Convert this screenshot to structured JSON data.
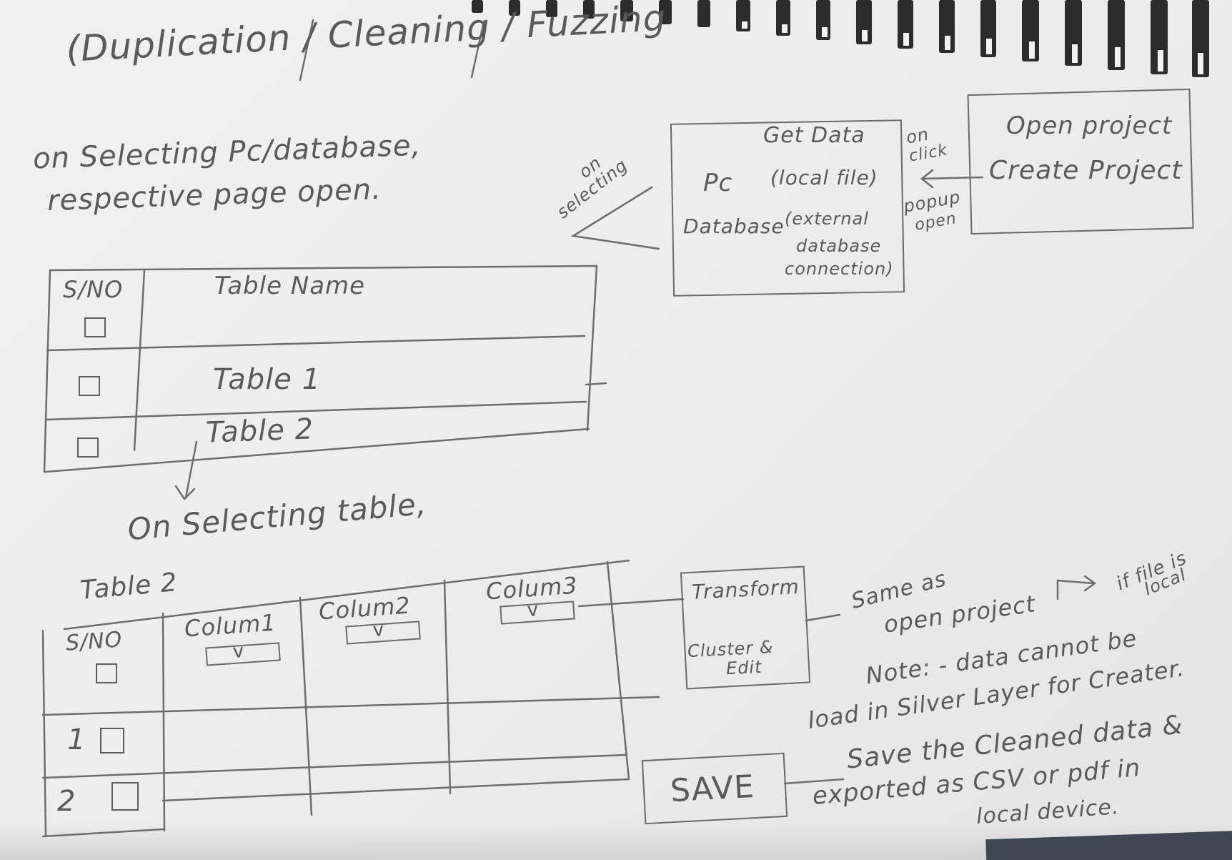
{
  "page": {
    "title": "(Duplication / Cleaning / Fuzzing"
  },
  "notes": {
    "on_select_source": [
      "on Selecting Pc/database,",
      "respective page open."
    ],
    "on_selecting_arrow": [
      "on",
      "selecting"
    ],
    "on_click": [
      "on",
      "click"
    ],
    "popup_open": [
      "popup",
      "open"
    ],
    "on_selecting_table": "On Selecting table,",
    "same_as": [
      "Same as",
      "open project"
    ],
    "if_local": [
      "if file is",
      "local"
    ],
    "note_silver": [
      "Note: - data cannot be",
      "load in Silver Layer for Creater."
    ],
    "save_note": [
      "Save the Cleaned data &",
      "exported as CSV or pdf in",
      "local device."
    ]
  },
  "project_panel": {
    "open_project": "Open project",
    "create_project": "Create Project"
  },
  "get_data_panel": {
    "title": "Get Data",
    "pc_label": "Pc",
    "pc_desc": "(local file)",
    "database_label": "Database",
    "database_desc": [
      "(external",
      "database",
      "connection)"
    ]
  },
  "tables_list": {
    "headers": {
      "sno": "S/NO",
      "name": "Table Name"
    },
    "rows": [
      {
        "name": "Table 1"
      },
      {
        "name": "Table 2"
      }
    ]
  },
  "table_view": {
    "title": "Table 2",
    "headers": {
      "sno": "S/NO",
      "col1": "Colum1",
      "col2": "Colum2",
      "col3": "Colum3"
    },
    "rows": [
      {
        "n": "1"
      },
      {
        "n": "2"
      }
    ]
  },
  "actions": {
    "transform": "Transform",
    "cluster_edit": [
      "Cluster &",
      "Edit"
    ],
    "save": "SAVE"
  },
  "icons": {
    "dropdown": "chevron-down-icon",
    "checkbox": "checkbox-icon"
  }
}
